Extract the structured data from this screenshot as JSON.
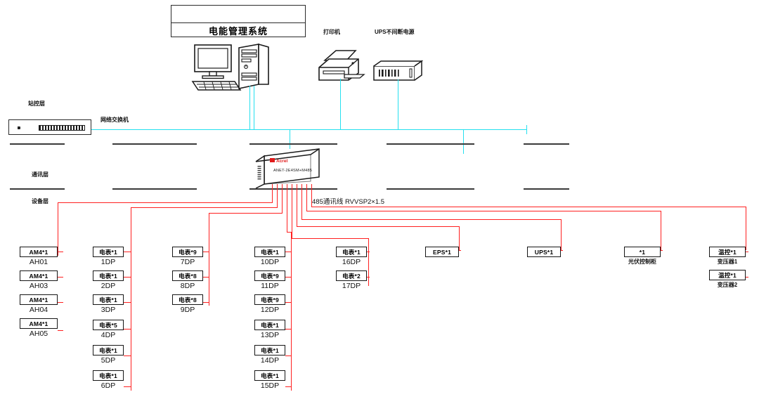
{
  "diagram": {
    "title": "电能管理系统",
    "cable_label": "485通讯线 RVVSP2×1.5",
    "colors": {
      "ethernet": "#25e0ef",
      "rs485": "#ff2020",
      "line": "#2b2b2b"
    }
  },
  "layers": [
    {
      "id": "station",
      "label": "站控层"
    },
    {
      "id": "communication",
      "label": "通讯层"
    },
    {
      "id": "device",
      "label": "设备层"
    }
  ],
  "station": {
    "workstation_label": "",
    "printer_label": "打印机",
    "ups_label": "UPS不间断电源",
    "switch_label": "网络交换机"
  },
  "gateway": {
    "brand": "Acrel",
    "model": "ANET-2E4SM+M485"
  },
  "columns": [
    {
      "id": "col-ah",
      "items": [
        {
          "box": "AM4*1",
          "sub": "AH01"
        },
        {
          "box": "AM4*1",
          "sub": "AH03"
        },
        {
          "box": "AM4*1",
          "sub": "AH04"
        },
        {
          "box": "AM4*1",
          "sub": "AH05"
        }
      ]
    },
    {
      "id": "col-dp-1",
      "items": [
        {
          "box": "电表*1",
          "sub": "1DP"
        },
        {
          "box": "电表*1",
          "sub": "2DP"
        },
        {
          "box": "电表*1",
          "sub": "3DP"
        },
        {
          "box": "电表*5",
          "sub": "4DP"
        },
        {
          "box": "电表*1",
          "sub": "5DP"
        },
        {
          "box": "电表*1",
          "sub": "6DP"
        }
      ]
    },
    {
      "id": "col-dp-2",
      "items": [
        {
          "box": "电表*9",
          "sub": "7DP"
        },
        {
          "box": "电表*8",
          "sub": "8DP"
        },
        {
          "box": "电表*8",
          "sub": "9DP"
        }
      ]
    },
    {
      "id": "col-dp-3",
      "items": [
        {
          "box": "电表*1",
          "sub": "10DP"
        },
        {
          "box": "电表*9",
          "sub": "11DP"
        },
        {
          "box": "电表*9",
          "sub": "12DP"
        },
        {
          "box": "电表*1",
          "sub": "13DP"
        },
        {
          "box": "电表*1",
          "sub": "14DP"
        },
        {
          "box": "电表*1",
          "sub": "15DP"
        }
      ]
    },
    {
      "id": "col-dp-4",
      "items": [
        {
          "box": "电表*1",
          "sub": "16DP"
        },
        {
          "box": "电表*2",
          "sub": "17DP"
        }
      ]
    },
    {
      "id": "col-eps",
      "items": [
        {
          "box": "EPS*1",
          "sub": ""
        }
      ]
    },
    {
      "id": "col-ups",
      "items": [
        {
          "box": "UPS*1",
          "sub": ""
        }
      ]
    },
    {
      "id": "col-pv",
      "items": [
        {
          "box": "*1",
          "sub": "光伏控制柜"
        }
      ]
    },
    {
      "id": "col-transformer",
      "items": [
        {
          "box": "温控*1",
          "sub": "变压器1"
        },
        {
          "box": "温控*1",
          "sub": "变压器2"
        }
      ]
    }
  ]
}
